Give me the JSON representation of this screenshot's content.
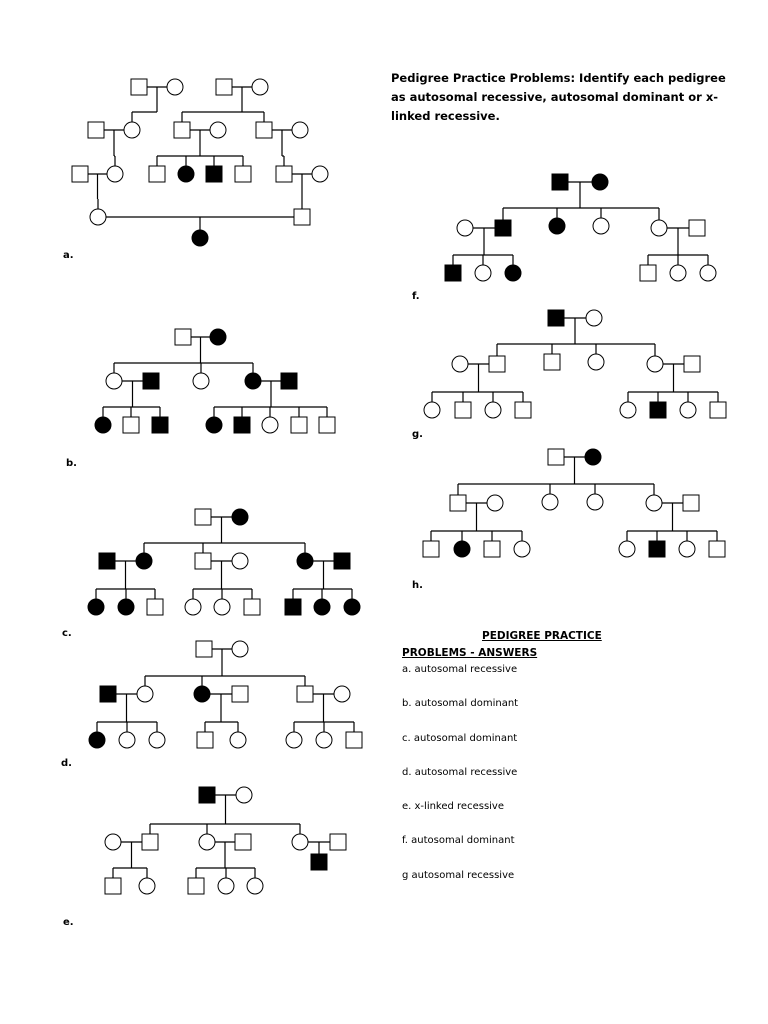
{
  "title": "Pedigree Practice Problems: Identify each pedigree as autosomal recessive, autosomal dominant or x-linked recessive.",
  "answers": {
    "heading_line1": "PEDIGREE PRACTICE",
    "heading_line2": "PROBLEMS - ANSWERS",
    "items": [
      "a.  autosomal recessive",
      "b.  autosomal dominant",
      "c.  autosomal dominant",
      "d.  autosomal recessive",
      "e.  x-linked recessive",
      "f.  autosomal dominant",
      "g  autosomal recessive"
    ]
  },
  "pedigrees": [
    {
      "label": "a.",
      "individuals": [
        {
          "id": "a1",
          "sex": "m",
          "affected": false
        },
        {
          "id": "a2",
          "sex": "f",
          "affected": false
        },
        {
          "id": "a3",
          "sex": "m",
          "affected": false
        },
        {
          "id": "a4",
          "sex": "f",
          "affected": false
        },
        {
          "id": "a5",
          "sex": "m",
          "affected": false
        },
        {
          "id": "a6",
          "sex": "f",
          "affected": false
        },
        {
          "id": "a7",
          "sex": "m",
          "affected": false
        },
        {
          "id": "a8",
          "sex": "f",
          "affected": false
        },
        {
          "id": "a9",
          "sex": "m",
          "affected": false
        },
        {
          "id": "a10",
          "sex": "f",
          "affected": false
        },
        {
          "id": "a11",
          "sex": "m",
          "affected": false
        },
        {
          "id": "a12",
          "sex": "f",
          "affected": false
        },
        {
          "id": "a13",
          "sex": "m",
          "affected": false
        },
        {
          "id": "a14",
          "sex": "f",
          "affected": true
        },
        {
          "id": "a15",
          "sex": "m",
          "affected": true
        },
        {
          "id": "a16",
          "sex": "m",
          "affected": false
        },
        {
          "id": "a17",
          "sex": "m",
          "affected": false
        },
        {
          "id": "a18",
          "sex": "f",
          "affected": false
        },
        {
          "id": "a19",
          "sex": "f",
          "affected": false
        },
        {
          "id": "a20",
          "sex": "m",
          "affected": false
        },
        {
          "id": "a21",
          "sex": "f",
          "affected": true
        }
      ]
    },
    {
      "label": "b.",
      "individuals": [
        {
          "id": "b1",
          "sex": "m",
          "affected": false
        },
        {
          "id": "b2",
          "sex": "f",
          "affected": true
        },
        {
          "id": "b3",
          "sex": "f",
          "affected": false
        },
        {
          "id": "b4",
          "sex": "m",
          "affected": true
        },
        {
          "id": "b5",
          "sex": "f",
          "affected": false
        },
        {
          "id": "b6",
          "sex": "f",
          "affected": true
        },
        {
          "id": "b7",
          "sex": "m",
          "affected": true
        },
        {
          "id": "b8",
          "sex": "f",
          "affected": true
        },
        {
          "id": "b9",
          "sex": "m",
          "affected": false
        },
        {
          "id": "b10",
          "sex": "m",
          "affected": true
        },
        {
          "id": "b11",
          "sex": "f",
          "affected": true
        },
        {
          "id": "b12",
          "sex": "m",
          "affected": true
        },
        {
          "id": "b13",
          "sex": "f",
          "affected": false
        },
        {
          "id": "b14",
          "sex": "m",
          "affected": false
        },
        {
          "id": "b15",
          "sex": "m",
          "affected": false
        }
      ]
    },
    {
      "label": "c.",
      "individuals": [
        {
          "id": "c1",
          "sex": "m",
          "affected": false
        },
        {
          "id": "c2",
          "sex": "f",
          "affected": true
        },
        {
          "id": "c3",
          "sex": "m",
          "affected": true
        },
        {
          "id": "c4",
          "sex": "f",
          "affected": true
        },
        {
          "id": "c5",
          "sex": "m",
          "affected": false
        },
        {
          "id": "c6",
          "sex": "f",
          "affected": false
        },
        {
          "id": "c7",
          "sex": "f",
          "affected": true
        },
        {
          "id": "c8",
          "sex": "m",
          "affected": true
        },
        {
          "id": "c9",
          "sex": "f",
          "affected": true
        },
        {
          "id": "c10",
          "sex": "f",
          "affected": true
        },
        {
          "id": "c11",
          "sex": "m",
          "affected": false
        },
        {
          "id": "c12",
          "sex": "f",
          "affected": false
        },
        {
          "id": "c13",
          "sex": "f",
          "affected": false
        },
        {
          "id": "c14",
          "sex": "m",
          "affected": false
        },
        {
          "id": "c15",
          "sex": "m",
          "affected": true
        },
        {
          "id": "c16",
          "sex": "f",
          "affected": true
        },
        {
          "id": "c17",
          "sex": "f",
          "affected": true
        }
      ]
    },
    {
      "label": "d.",
      "individuals": [
        {
          "id": "d1",
          "sex": "m",
          "affected": false
        },
        {
          "id": "d2",
          "sex": "f",
          "affected": false
        },
        {
          "id": "d3",
          "sex": "m",
          "affected": true
        },
        {
          "id": "d4",
          "sex": "f",
          "affected": false
        },
        {
          "id": "d5",
          "sex": "f",
          "affected": true
        },
        {
          "id": "d6",
          "sex": "m",
          "affected": false
        },
        {
          "id": "d7",
          "sex": "m",
          "affected": false
        },
        {
          "id": "d8",
          "sex": "f",
          "affected": false
        },
        {
          "id": "d9",
          "sex": "f",
          "affected": true
        },
        {
          "id": "d10",
          "sex": "f",
          "affected": false
        },
        {
          "id": "d11",
          "sex": "f",
          "affected": false
        },
        {
          "id": "d12",
          "sex": "m",
          "affected": false
        },
        {
          "id": "d13",
          "sex": "f",
          "affected": false
        },
        {
          "id": "d14",
          "sex": "f",
          "affected": false
        },
        {
          "id": "d15",
          "sex": "f",
          "affected": false
        },
        {
          "id": "d16",
          "sex": "m",
          "affected": false
        }
      ]
    },
    {
      "label": "e.",
      "individuals": [
        {
          "id": "e1",
          "sex": "m",
          "affected": true
        },
        {
          "id": "e2",
          "sex": "f",
          "affected": false
        },
        {
          "id": "e3",
          "sex": "f",
          "affected": false
        },
        {
          "id": "e4",
          "sex": "m",
          "affected": false
        },
        {
          "id": "e5",
          "sex": "f",
          "affected": false
        },
        {
          "id": "e6",
          "sex": "m",
          "affected": false
        },
        {
          "id": "e7",
          "sex": "f",
          "affected": false
        },
        {
          "id": "e8",
          "sex": "m",
          "affected": false
        },
        {
          "id": "e9",
          "sex": "m",
          "affected": false
        },
        {
          "id": "e10",
          "sex": "f",
          "affected": false
        },
        {
          "id": "e11",
          "sex": "m",
          "affected": false
        },
        {
          "id": "e12",
          "sex": "f",
          "affected": false
        },
        {
          "id": "e13",
          "sex": "f",
          "affected": false
        },
        {
          "id": "e14",
          "sex": "m",
          "affected": true
        }
      ]
    },
    {
      "label": "f.",
      "individuals": [
        {
          "id": "f1",
          "sex": "m",
          "affected": true
        },
        {
          "id": "f2",
          "sex": "f",
          "affected": true
        },
        {
          "id": "f3",
          "sex": "f",
          "affected": false
        },
        {
          "id": "f4",
          "sex": "m",
          "affected": true
        },
        {
          "id": "f5",
          "sex": "f",
          "affected": true
        },
        {
          "id": "f6",
          "sex": "f",
          "affected": false
        },
        {
          "id": "f7",
          "sex": "f",
          "affected": false
        },
        {
          "id": "f8",
          "sex": "m",
          "affected": false
        },
        {
          "id": "f9",
          "sex": "m",
          "affected": true
        },
        {
          "id": "f10",
          "sex": "f",
          "affected": false
        },
        {
          "id": "f11",
          "sex": "f",
          "affected": true
        },
        {
          "id": "f12",
          "sex": "m",
          "affected": false
        },
        {
          "id": "f13",
          "sex": "f",
          "affected": false
        },
        {
          "id": "f14",
          "sex": "f",
          "affected": false
        }
      ]
    },
    {
      "label": "g.",
      "individuals": [
        {
          "id": "g1",
          "sex": "m",
          "affected": true
        },
        {
          "id": "g2",
          "sex": "f",
          "affected": false
        },
        {
          "id": "g3",
          "sex": "f",
          "affected": false
        },
        {
          "id": "g4",
          "sex": "m",
          "affected": false
        },
        {
          "id": "g5",
          "sex": "m",
          "affected": false
        },
        {
          "id": "g6",
          "sex": "f",
          "affected": false
        },
        {
          "id": "g7",
          "sex": "f",
          "affected": false
        },
        {
          "id": "g8",
          "sex": "m",
          "affected": false
        },
        {
          "id": "g9",
          "sex": "f",
          "affected": false
        },
        {
          "id": "g10",
          "sex": "m",
          "affected": false
        },
        {
          "id": "g11",
          "sex": "f",
          "affected": false
        },
        {
          "id": "g12",
          "sex": "m",
          "affected": false
        },
        {
          "id": "g13",
          "sex": "f",
          "affected": false
        },
        {
          "id": "g14",
          "sex": "m",
          "affected": true
        },
        {
          "id": "g15",
          "sex": "f",
          "affected": false
        },
        {
          "id": "g16",
          "sex": "m",
          "affected": false
        }
      ]
    },
    {
      "label": "h.",
      "individuals": [
        {
          "id": "h1",
          "sex": "m",
          "affected": false
        },
        {
          "id": "h2",
          "sex": "f",
          "affected": true
        },
        {
          "id": "h3",
          "sex": "m",
          "affected": false
        },
        {
          "id": "h4",
          "sex": "f",
          "affected": false
        },
        {
          "id": "h5",
          "sex": "f",
          "affected": false
        },
        {
          "id": "h6",
          "sex": "f",
          "affected": false
        },
        {
          "id": "h7",
          "sex": "f",
          "affected": false
        },
        {
          "id": "h8",
          "sex": "m",
          "affected": false
        },
        {
          "id": "h9",
          "sex": "m",
          "affected": false
        },
        {
          "id": "h10",
          "sex": "f",
          "affected": true
        },
        {
          "id": "h11",
          "sex": "m",
          "affected": false
        },
        {
          "id": "h12",
          "sex": "f",
          "affected": false
        },
        {
          "id": "h13",
          "sex": "f",
          "affected": false
        },
        {
          "id": "h14",
          "sex": "m",
          "affected": true
        },
        {
          "id": "h15",
          "sex": "f",
          "affected": false
        },
        {
          "id": "h16",
          "sex": "m",
          "affected": false
        }
      ]
    }
  ]
}
